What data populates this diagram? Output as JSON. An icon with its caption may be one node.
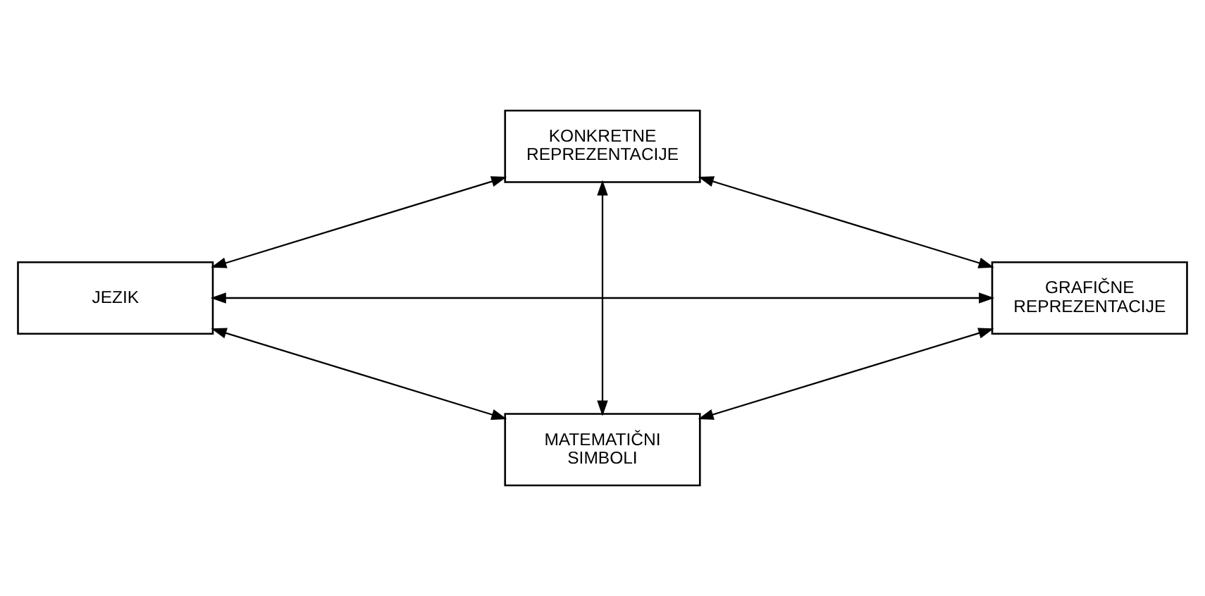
{
  "diagram": {
    "nodes": [
      {
        "text": [
          "KONKRETNE REPREZENTACIJE"
        ]
      },
      {
        "text": [
          "JEZIK"
        ]
      },
      {
        "text": [
          "GRAFIČNE REPREZENTACIJE"
        ]
      },
      {
        "text": [
          "MATEMATIČNI SIMBOLI"
        ]
      }
    ],
    "edges": [
      {
        "from": 0,
        "to": 1,
        "arrow": "both"
      },
      {
        "from": 0,
        "to": 2,
        "arrow": "both"
      },
      {
        "from": 1,
        "to": 2,
        "arrow": "both"
      },
      {
        "from": 0,
        "to": 3,
        "arrow": "both"
      },
      {
        "from": 1,
        "to": 3,
        "arrow": "both"
      },
      {
        "from": 2,
        "to": 3,
        "arrow": "both"
      }
    ]
  }
}
